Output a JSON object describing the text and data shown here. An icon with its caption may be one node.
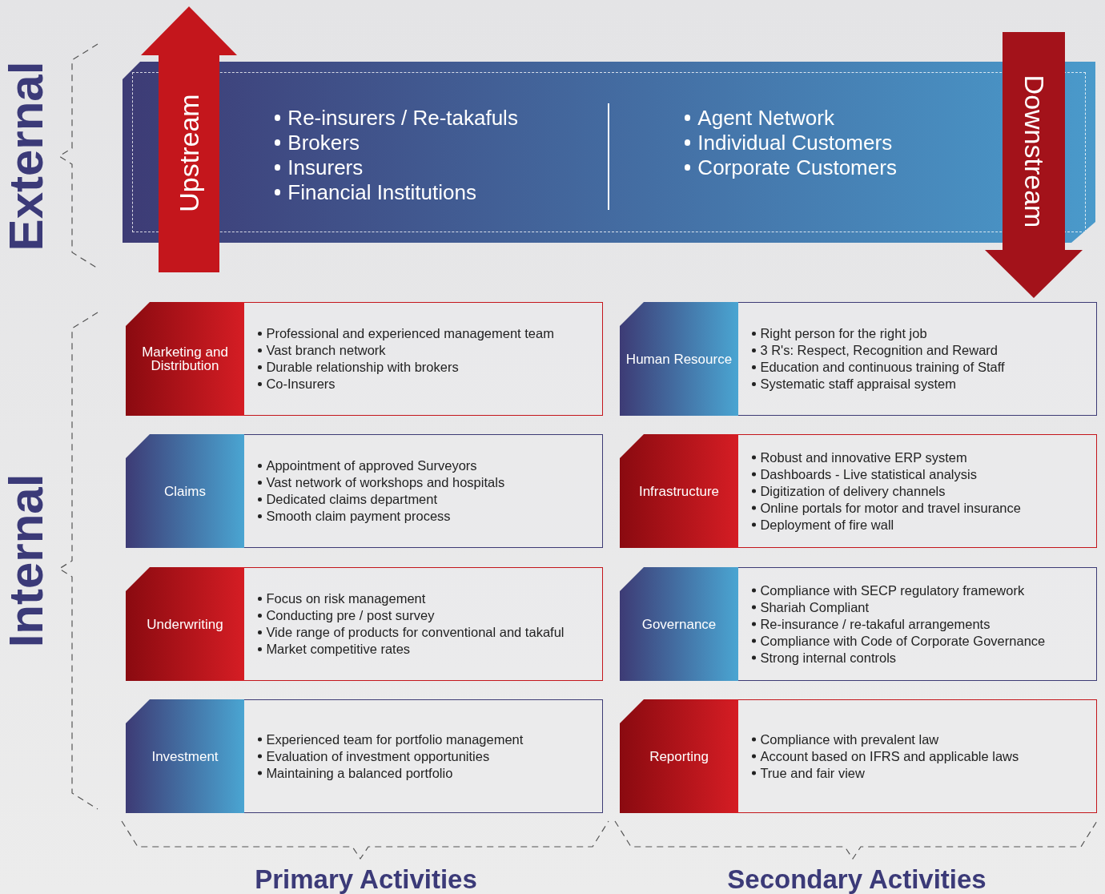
{
  "diagram": {
    "nodes": [
      {
        "text": [
          "Re-insurers / Re-takafuls",
          "Brokers",
          "Insurers",
          "Financial Institutions",
          "Agent Network",
          "Individual Customers",
          "Corporate Customers"
        ]
      },
      {
        "text": [
          "Upstream"
        ]
      },
      {
        "text": [
          "Downstream"
        ]
      },
      {
        "text": [
          "Marketing and Distribution",
          "Professional and experienced management team",
          "Vast branch network",
          "Durable relationship with brokers",
          "Co-Insurers"
        ]
      },
      {
        "text": [
          "Human Resource",
          "Right person for the right job",
          "3 R's: Respect, Recognition and Reward",
          "Education and continuous training of Staff",
          "Systematic staff appraisal system"
        ]
      },
      {
        "text": [
          "Claims",
          "Appointment of approved Surveyors",
          "Vast network of workshops and hospitals",
          "Dedicated claims department",
          "Smooth claim payment process"
        ]
      },
      {
        "text": [
          "Infrastructure",
          "Robust and innovative ERP system",
          "Dashboards - Live statistical analysis",
          "Digitization of delivery channels",
          "Online portals for motor and travel insurance",
          "Deployment of fire wall"
        ]
      },
      {
        "text": [
          "Underwriting",
          "Focus on risk management",
          "Conducting pre / post survey",
          "Vide range of products for conventional and takaful",
          "Market competitive rates"
        ]
      },
      {
        "text": [
          "Governance",
          "Compliance with SECP regulatory framework",
          "Shariah Compliant",
          "Re-insurance / re-takaful arrangements",
          "Compliance with Code of Corporate Governance",
          "Strong internal controls"
        ]
      },
      {
        "text": [
          "Investment",
          "Experienced team for portfolio management",
          "Evaluation of investment opportunities",
          "Maintaining a balanced portfolio"
        ]
      },
      {
        "text": [
          "Reporting",
          "Compliance with prevalent law",
          "Account based on IFRS and applicable laws",
          "True and fair view"
        ]
      }
    ],
    "labels": [
      "External",
      "Internal",
      "Primary Activities",
      "Secondary Activities"
    ]
  }
}
